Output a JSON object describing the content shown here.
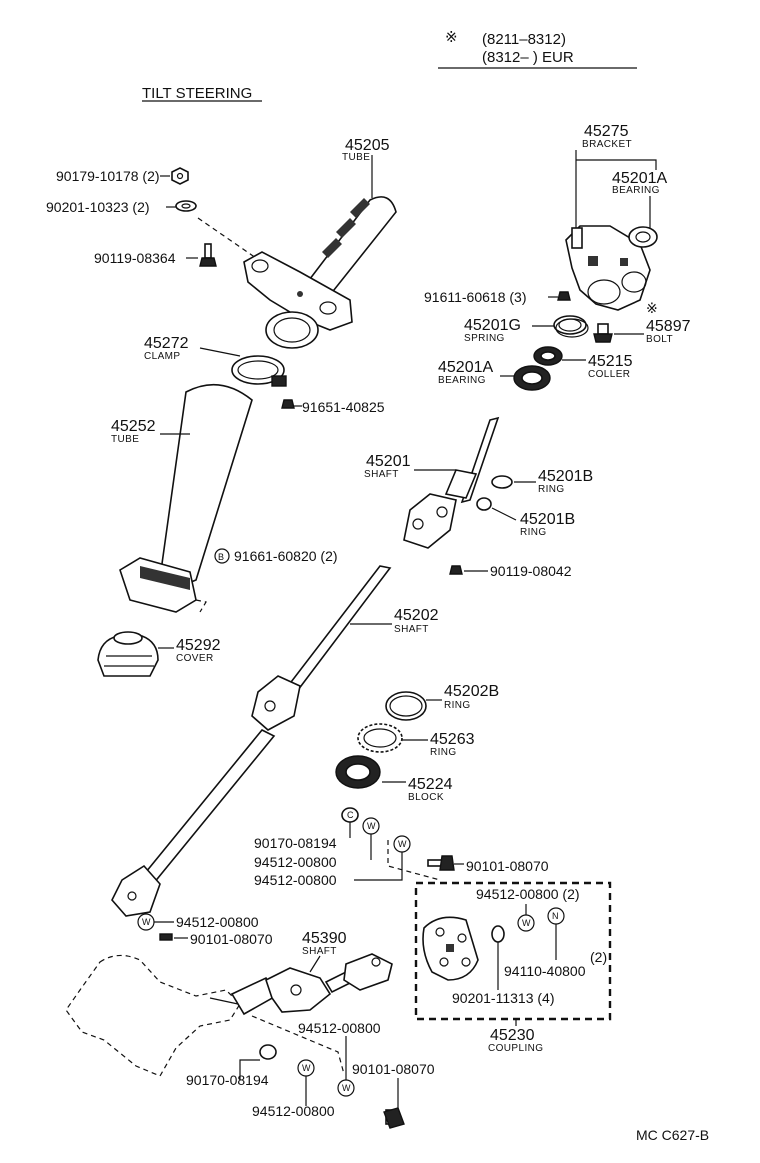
{
  "header": {
    "symbol": "※",
    "line1": "(8211–8312)",
    "line2": "(8312–        ) EUR",
    "title": "TILT STEERING"
  },
  "footer_code": "MC C627-B",
  "parts": {
    "p45205": {
      "num": "45205",
      "name": "TUBE"
    },
    "p45275": {
      "num": "45275",
      "name": "BRACKET"
    },
    "p45201A_top": {
      "num": "45201A",
      "name": "BEARING"
    },
    "p45272": {
      "num": "45272",
      "name": "CLAMP"
    },
    "p45252": {
      "num": "45252",
      "name": "TUBE"
    },
    "p45201G": {
      "num": "45201G",
      "name": "SPRING"
    },
    "p45897": {
      "num": "45897",
      "name": "BOLT"
    },
    "p45201A_low": {
      "num": "45201A",
      "name": "BEARING"
    },
    "p45215": {
      "num": "45215",
      "name": "COLLER"
    },
    "p45201": {
      "num": "45201",
      "name": "SHAFT"
    },
    "p45201B_a": {
      "num": "45201B",
      "name": "RING"
    },
    "p45201B_b": {
      "num": "45201B",
      "name": "RING"
    },
    "p45202": {
      "num": "45202",
      "name": "SHAFT"
    },
    "p45292": {
      "num": "45292",
      "name": "COVER"
    },
    "p45202B": {
      "num": "45202B",
      "name": "RING"
    },
    "p45263": {
      "num": "45263",
      "name": "RING"
    },
    "p45224": {
      "num": "45224",
      "name": "BLOCK"
    },
    "p45390": {
      "num": "45390",
      "name": "SHAFT"
    },
    "p45230": {
      "num": "45230",
      "name": "COUPLING"
    }
  },
  "refs": {
    "r90179": "90179-10178 (2)",
    "r90201_10323": "90201-10323 (2)",
    "r90119_08364": "90119-08364",
    "r91611": "91611-60618 (3)",
    "r91651": "91651-40825",
    "r91661": "91661-60820 (2)",
    "r91661_mark": "B",
    "r90119_08042": "90119-08042",
    "r90170_a": "90170-08194",
    "r94512_a": "94512-00800",
    "r94512_b": "94512-00800",
    "r90101_a": "90101-08070",
    "r94512_c": "94512-00800 (2)",
    "r94110": "94110-40800",
    "r94110_qty": "(2)",
    "r90201_11313": "90201-11313 (4)",
    "r94512_d": "94512-00800",
    "r90101_b": "90101-08070",
    "r94512_e": "94512-00800",
    "r90170_b": "90170-08194",
    "r90101_c": "90101-08070",
    "r94512_f": "94512-00800",
    "mark_w": "W",
    "mark_c": "C",
    "mark_n": "N",
    "mark_star": "※"
  }
}
